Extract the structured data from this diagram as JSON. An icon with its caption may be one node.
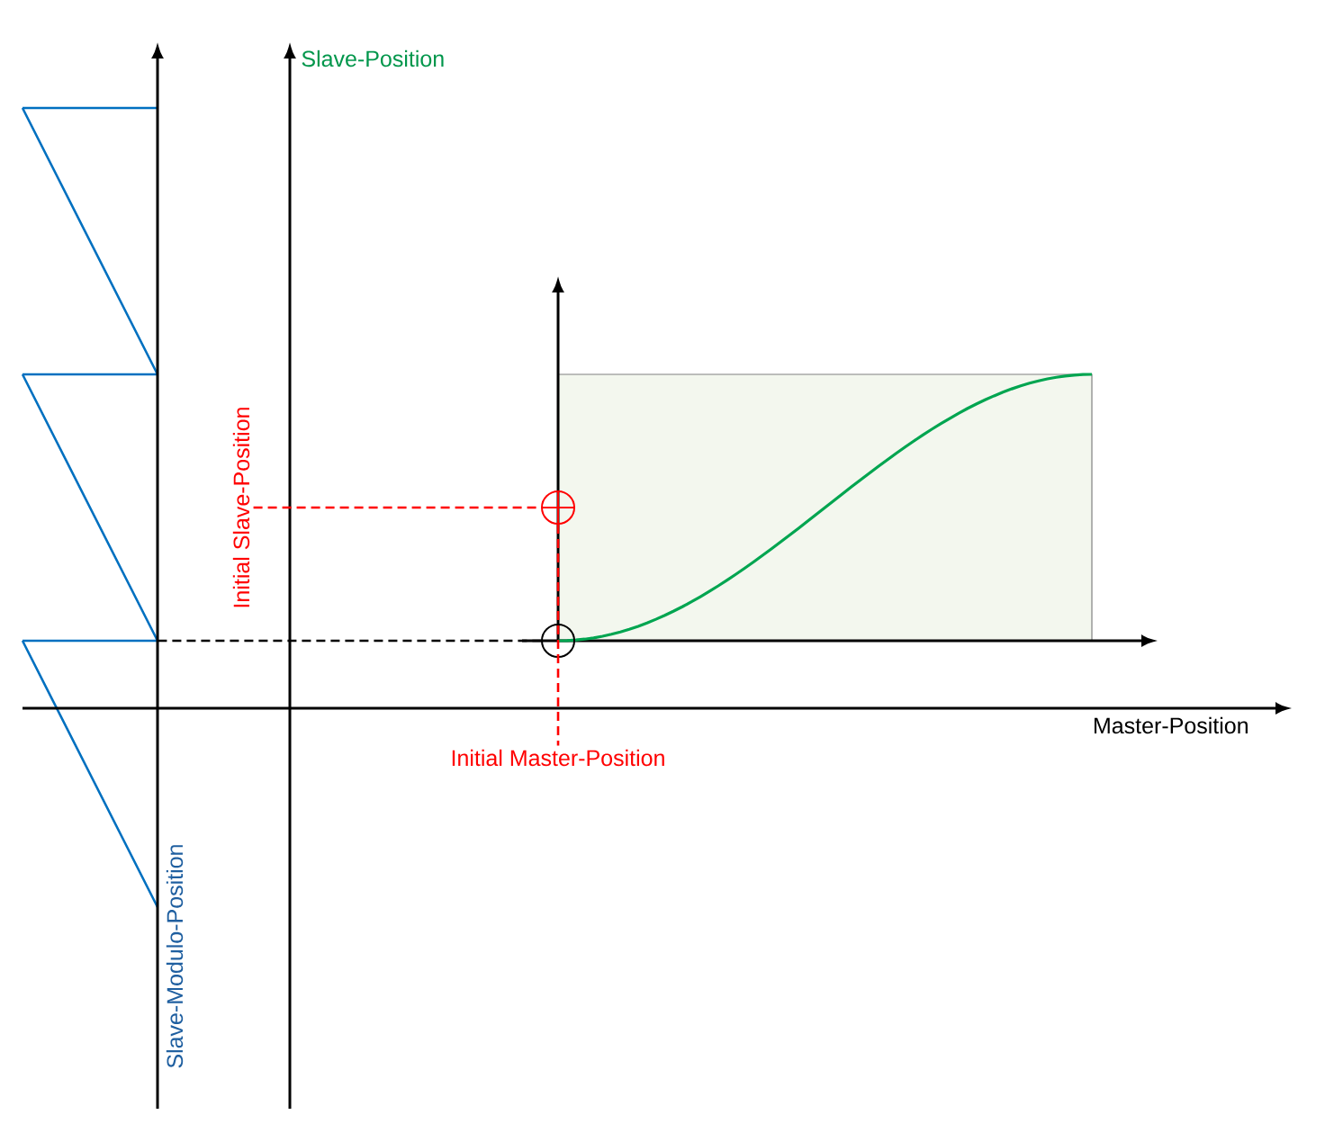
{
  "diagram": {
    "nodes": [
      {
        "text": [
          "Initial Slave-Position"
        ]
      },
      {
        "text": [],
        "shape": "circle"
      },
      {
        "text": [],
        "shape": "circle"
      },
      {
        "text": [
          "Initial Master-Position"
        ]
      },
      {
        "text": [],
        "shape": "picture"
      },
      {
        "text": [],
        "shape": "box"
      }
    ],
    "edges": [
      {
        "from": 0,
        "to": 1,
        "arrow": "none",
        "style": "dashed",
        "color": "#ff0000"
      },
      {
        "from": 1,
        "to": 3,
        "arrow": "none",
        "style": "dashed",
        "color": "#ff0000"
      },
      {
        "from": 4,
        "to": 2,
        "arrow": "none",
        "style": "dashed",
        "color": "#000000"
      }
    ],
    "labels": [
      "Slave-Position",
      "Master-Position",
      "Slave-Modulo-Position"
    ]
  }
}
